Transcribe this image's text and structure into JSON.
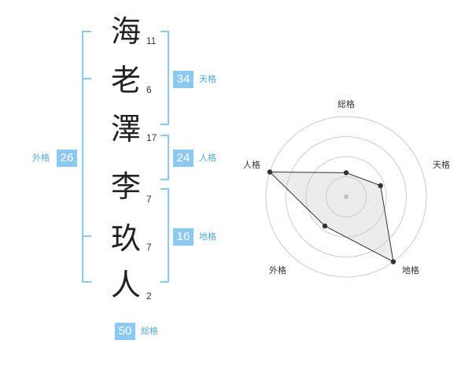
{
  "name": {
    "characters": [
      {
        "char": "海",
        "strokes": "11"
      },
      {
        "char": "老",
        "strokes": "6"
      },
      {
        "char": "澤",
        "strokes": "17"
      },
      {
        "char": "李",
        "strokes": "7"
      },
      {
        "char": "玖",
        "strokes": "7"
      },
      {
        "char": "人",
        "strokes": "2"
      }
    ]
  },
  "scores": {
    "tenkaku": {
      "label": "天格",
      "value": "34"
    },
    "jinkaku": {
      "label": "人格",
      "value": "24"
    },
    "chikaku": {
      "label": "地格",
      "value": "16"
    },
    "gaikaku": {
      "label": "外格",
      "value": "26"
    },
    "soukaku": {
      "label": "総格",
      "value": "50"
    }
  },
  "radar": {
    "axes": [
      "総格",
      "天格",
      "地格",
      "外格",
      "人格"
    ],
    "values": [
      0.3,
      0.45,
      1.0,
      0.45,
      1.0
    ],
    "rings": 4,
    "accent": "#8cc8f0"
  }
}
